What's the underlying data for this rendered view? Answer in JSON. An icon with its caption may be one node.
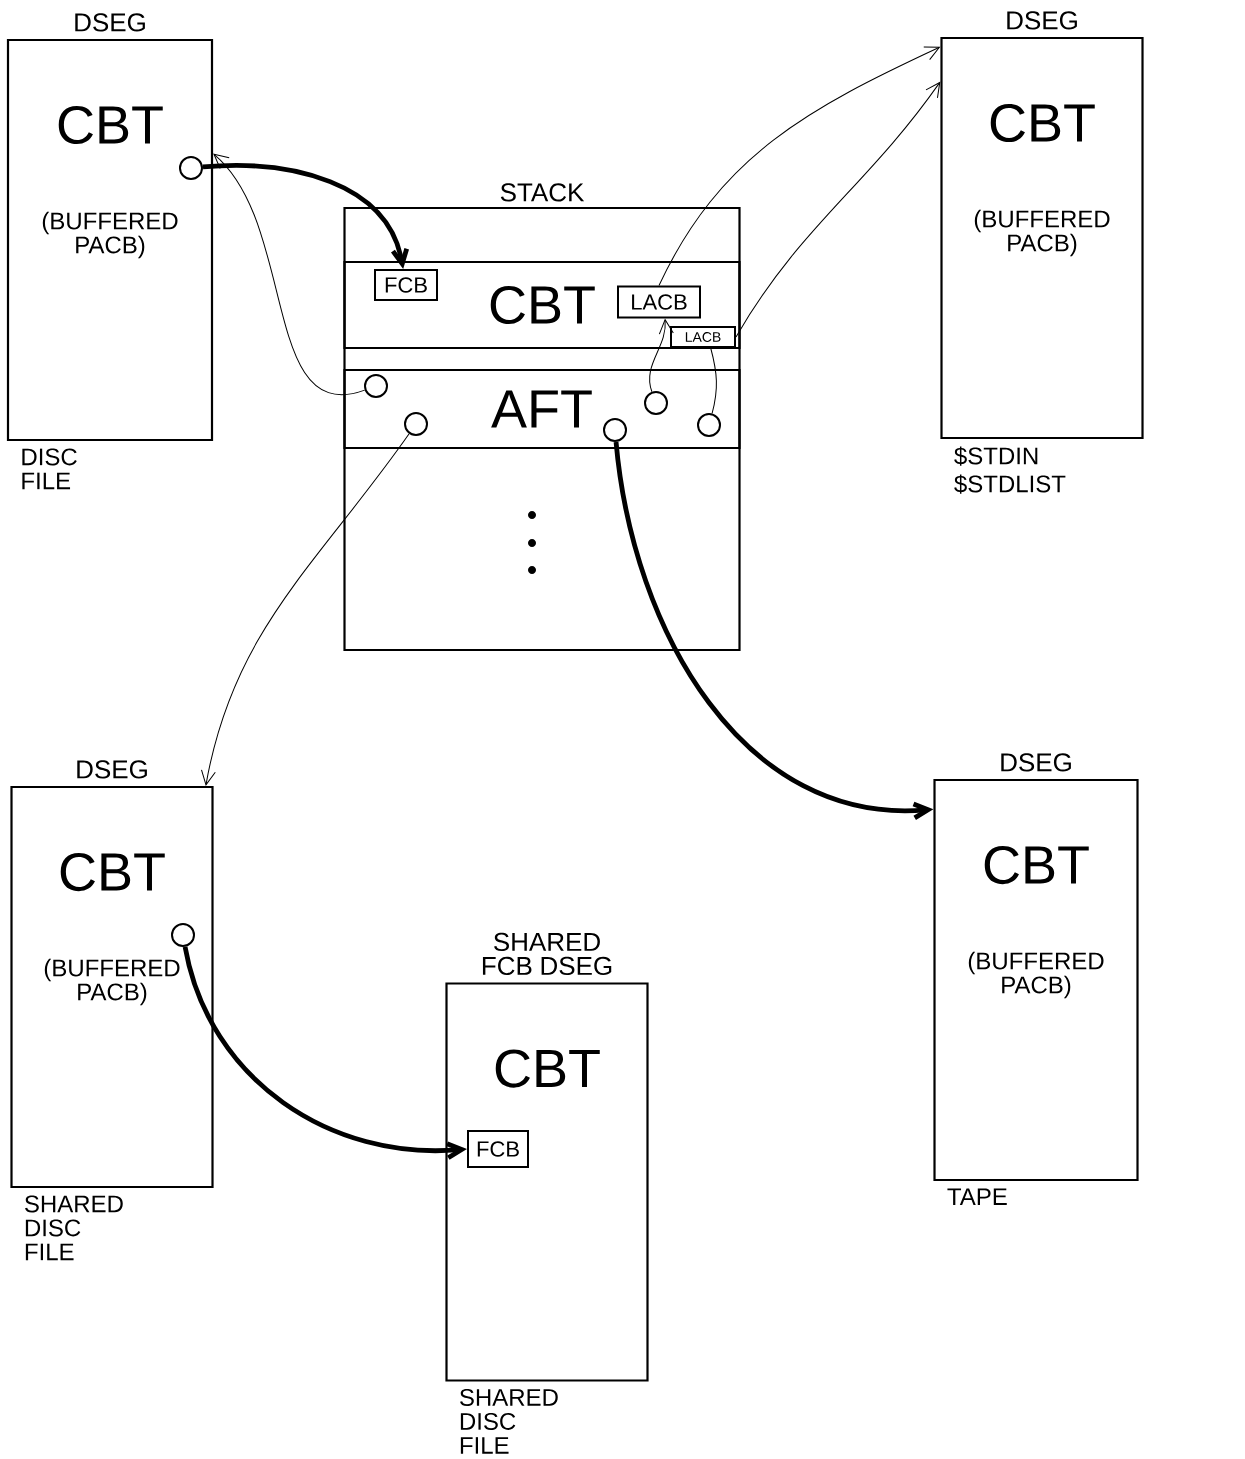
{
  "diagram": {
    "nodes": [
      {
        "text": [
          "DSEG",
          "CBT",
          "(BUFFERED PACB)"
        ],
        "beside": [
          "DISC FILE"
        ]
      },
      {
        "text": [],
        "shape": "circle",
        "in": 0
      },
      {
        "text": [
          "STACK"
        ]
      },
      {
        "text": [
          "CBT"
        ],
        "in": 2
      },
      {
        "text": [
          "FCB"
        ],
        "in": 3
      },
      {
        "text": [
          "LACB"
        ],
        "in": 3
      },
      {
        "text": [
          "LACB"
        ],
        "in": 3
      },
      {
        "text": [
          "AFT"
        ],
        "in": 2
      },
      {
        "text": [],
        "shape": "circle",
        "in": 7
      },
      {
        "text": [],
        "shape": "circle",
        "in": 7
      },
      {
        "text": [],
        "shape": "circle",
        "in": 7
      },
      {
        "text": [],
        "shape": "circle",
        "in": 7
      },
      {
        "text": [],
        "shape": "circle",
        "in": 7
      },
      {
        "text": [
          "DSEG",
          "CBT",
          "(BUFFERED PACB)"
        ],
        "beside": [
          "$STDIN",
          "$STDLIST"
        ]
      },
      {
        "text": [
          "DSEG",
          "CBT",
          "(BUFFERED PACB)"
        ],
        "beside": [
          "SHARED DISC FILE"
        ]
      },
      {
        "text": [],
        "shape": "circle",
        "in": 14
      },
      {
        "text": [
          "DSEG",
          "CBT",
          "(BUFFERED PACB)"
        ],
        "beside": [
          "TAPE"
        ]
      },
      {
        "text": [
          "SHARED FCB DSEG",
          "CBT"
        ],
        "beside": [
          "SHARED DISC FILE"
        ]
      },
      {
        "text": [
          "FCB"
        ],
        "in": 17
      }
    ],
    "edges": [
      {
        "from": 1,
        "to": 4,
        "arrow": "to",
        "style": "thick"
      },
      {
        "from": 8,
        "to": 0,
        "arrow": "to"
      },
      {
        "from": 11,
        "to": 5,
        "arrow": "to"
      },
      {
        "from": 5,
        "to": 13,
        "arrow": "to"
      },
      {
        "from": 6,
        "to": 13,
        "arrow": "to"
      },
      {
        "from": 12,
        "to": 6,
        "arrow": "none"
      },
      {
        "from": 9,
        "to": 14,
        "arrow": "to"
      },
      {
        "from": 10,
        "to": 16,
        "arrow": "to",
        "style": "thick"
      },
      {
        "from": 15,
        "to": 18,
        "arrow": "to",
        "style": "thick"
      }
    ]
  }
}
